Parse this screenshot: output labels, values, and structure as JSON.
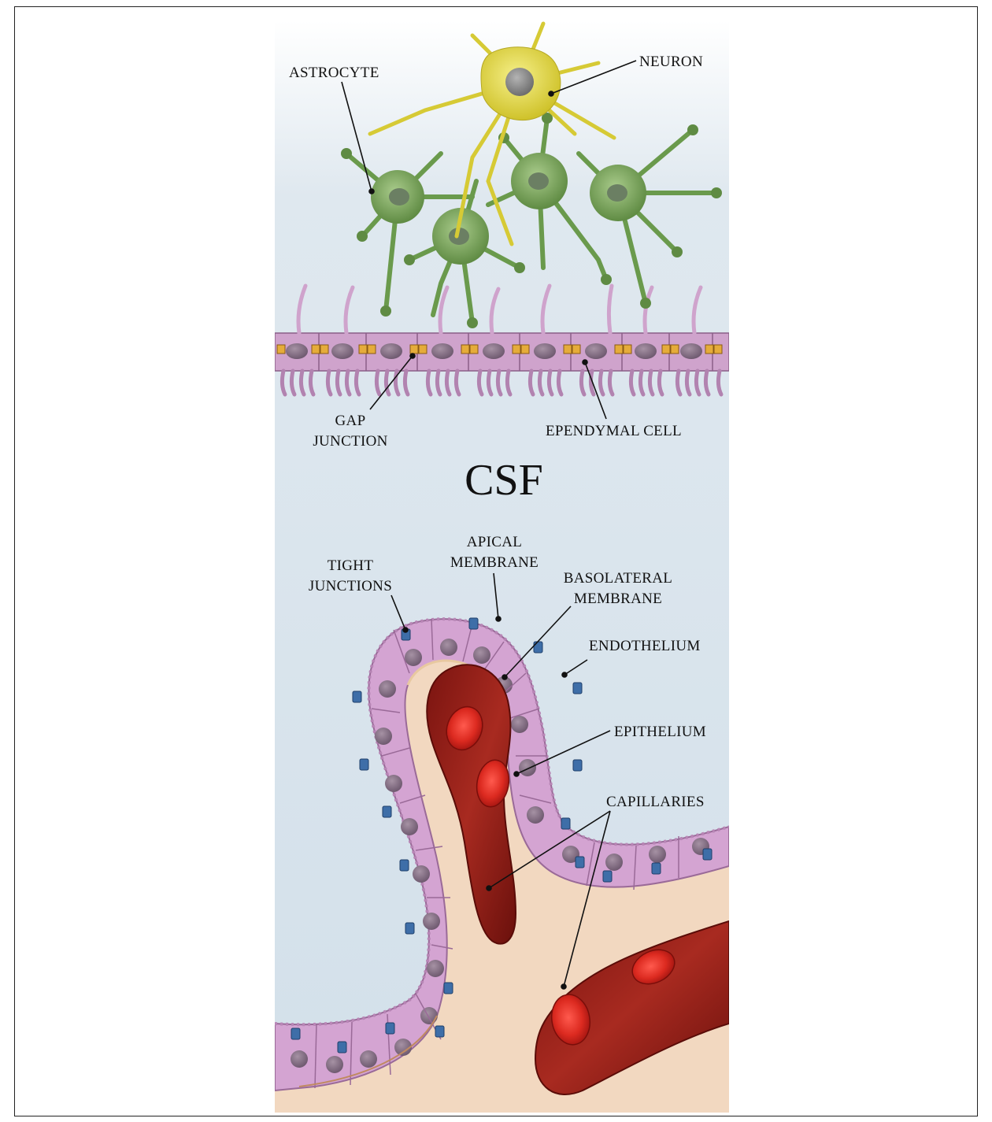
{
  "labels": {
    "neuron": "NEURON",
    "astrocyte": "ASTROCYTE",
    "gap_junction": [
      "GAP",
      "JUNCTION"
    ],
    "ependymal_cell": "EPENDYMAL CELL",
    "csf": "CSF",
    "apical_membrane": [
      "APICAL",
      "MEMBRANE"
    ],
    "tight_junctions": [
      "TIGHT",
      "JUNCTIONS"
    ],
    "basolateral_membrane": [
      "BASOLATERAL",
      "MEMBRANE"
    ],
    "endothelium": "ENDOTHELIUM",
    "epithelium": "EPITHELIUM",
    "capillaries": "CAPILLARIES"
  },
  "colors": {
    "csf_background": "#d3e0ea",
    "neuron": "#e8e04a",
    "astrocyte": "#7eaa5e",
    "ependymal_cell": "#cfa3cc",
    "gap_junction": "#e5ac3a",
    "epithelial_cell": "#d4a4d2",
    "tight_junction": "#3e6ea8",
    "stroma": "#f2d8c0",
    "capillary": "#8e1a16",
    "red_blood_cell": "#d42820"
  }
}
